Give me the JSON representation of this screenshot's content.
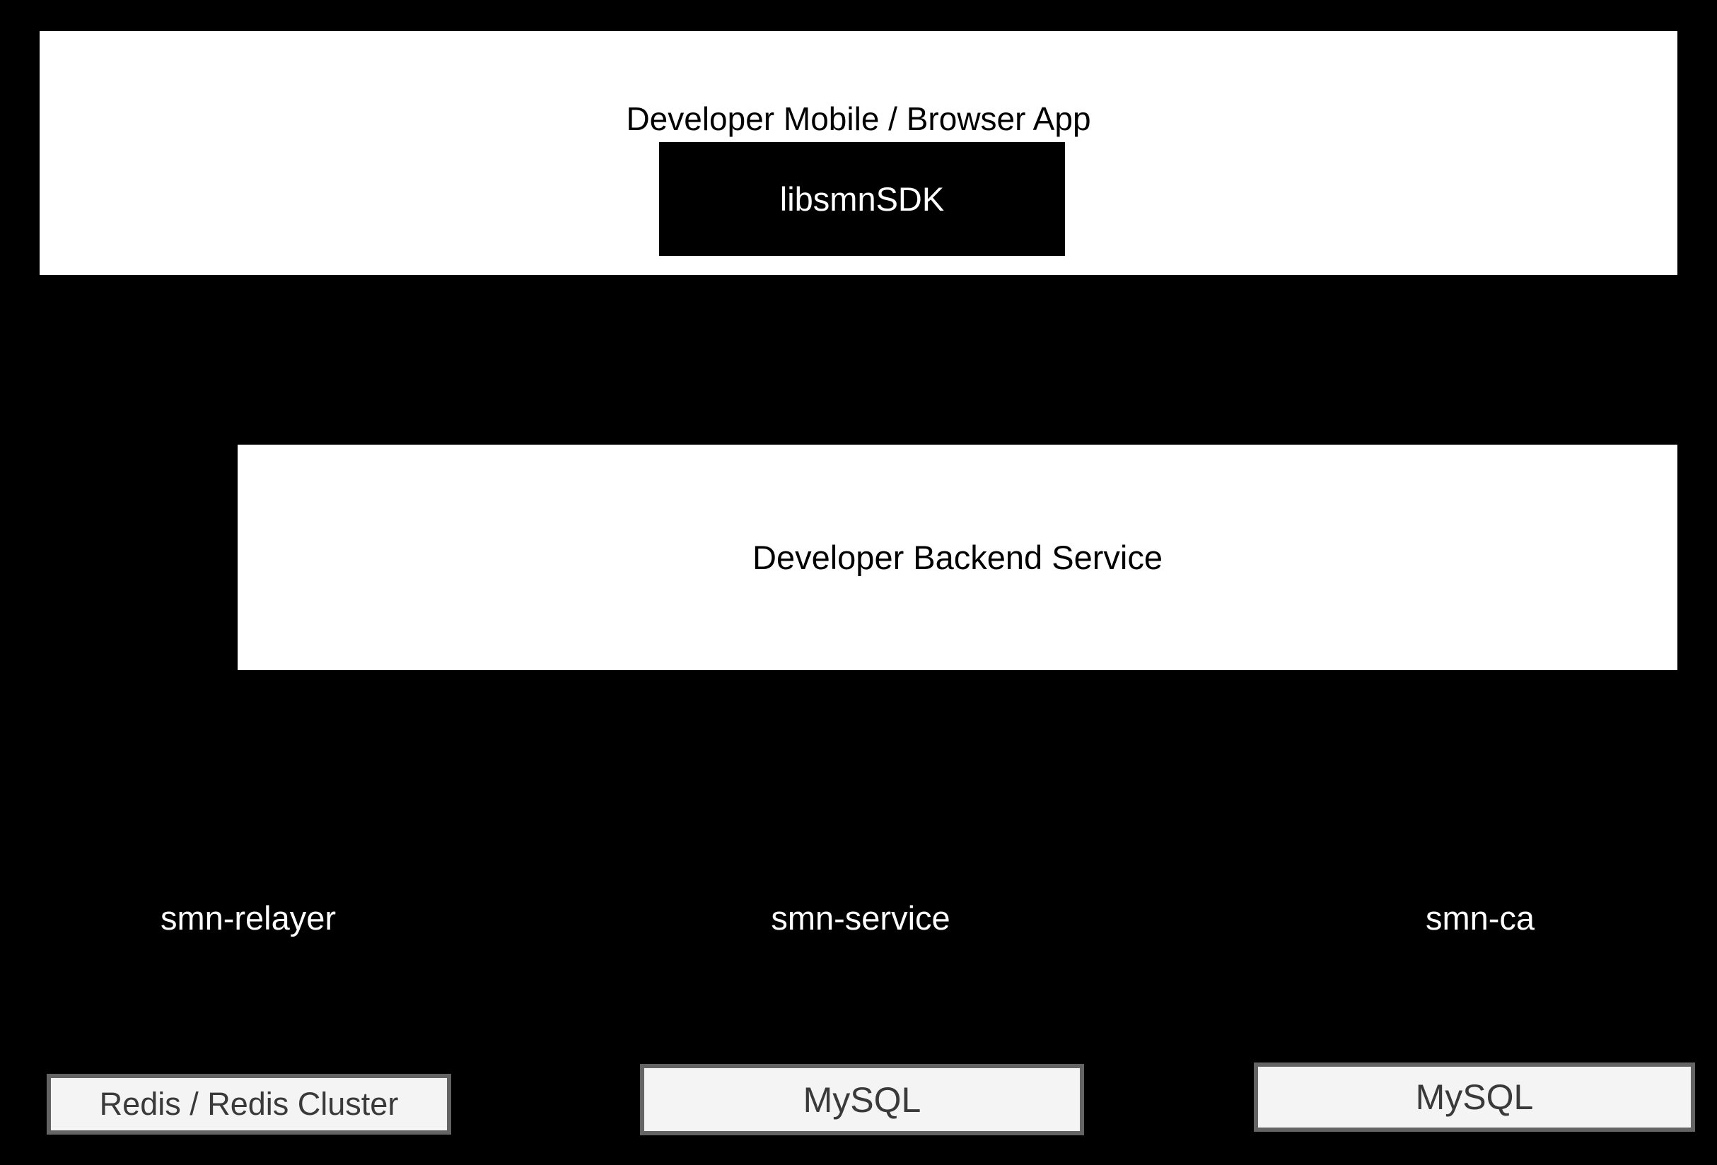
{
  "diagram": {
    "app": {
      "title": "Developer Mobile / Browser App",
      "sdk_label": "libsmnSDK"
    },
    "backend": {
      "label": "Developer Backend Service"
    },
    "services": [
      {
        "label": "smn-relayer"
      },
      {
        "label": "smn-service"
      },
      {
        "label": "smn-ca"
      }
    ],
    "datastores": [
      {
        "label": "Redis / Redis Cluster"
      },
      {
        "label": "MySQL"
      },
      {
        "label": "MySQL"
      }
    ]
  },
  "colors": {
    "background": "#000000",
    "node_fill_white": "#ffffff",
    "node_fill_black": "#000000",
    "store_fill": "#f4f4f4",
    "store_border": "#646464",
    "store_text": "#3a3a3a",
    "text_dark": "#000000",
    "text_light": "#ffffff"
  }
}
